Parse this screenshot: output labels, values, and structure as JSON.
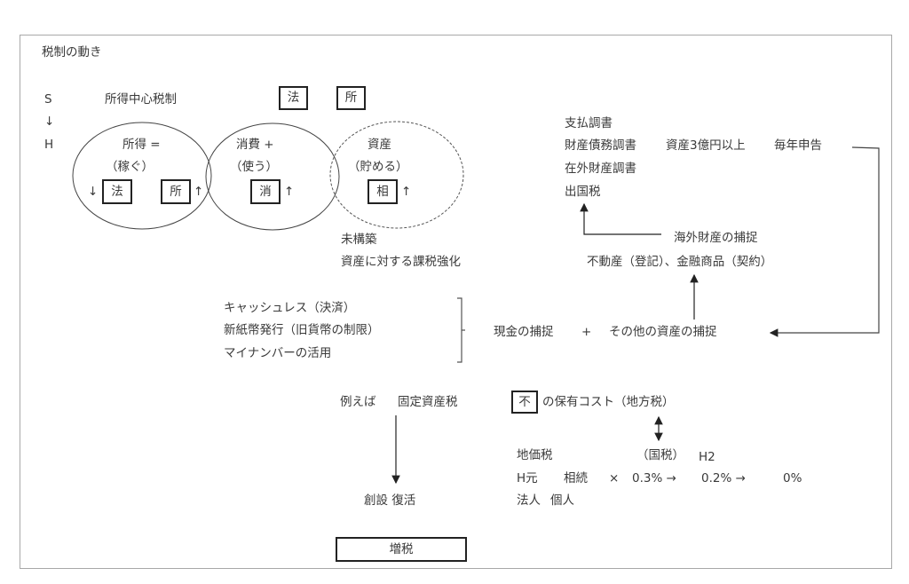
{
  "title": "税制の動き",
  "left_axis": {
    "start": "S",
    "arrow": "↓",
    "end": "H"
  },
  "s_row": {
    "label": "所得中心税制",
    "boxes": [
      "法",
      "所"
    ]
  },
  "circles": [
    {
      "line1": "所得 =",
      "line2": "（稼ぐ）",
      "boxes": [
        "法",
        "所"
      ],
      "arrows": [
        "↓",
        "↑"
      ]
    },
    {
      "line1": "消費 +",
      "line2": "（使う）",
      "boxes": [
        "消"
      ],
      "arrows": [
        "↑"
      ]
    },
    {
      "line1": "資産",
      "line2": "（貯める）",
      "boxes": [
        "相"
      ],
      "arrows": [
        "↑"
      ]
    }
  ],
  "asset_notes": [
    "未構築",
    "資産に対する課税強化"
  ],
  "reports": [
    "支払調書",
    "財産債務調書",
    "資産3億円以上",
    "毎年申告",
    "在外財産調書",
    "出国税"
  ],
  "overseas": {
    "label": "海外財産の捕捉",
    "detail": "不動産（登記）、金融商品（契約）"
  },
  "cashless_items": [
    "キャッシュレス（決済）",
    "新紙幣発行（旧貨幣の制限）",
    "マイナンバーの活用"
  ],
  "capture": {
    "cash": "現金の捕捉",
    "plus": "+",
    "other": "その他の資産の捕捉"
  },
  "example": {
    "label": "例えば",
    "tax": "固定資産税",
    "result": "創設 復活"
  },
  "holding_cost": {
    "box": "不",
    "text": "の保有コスト（地方税）"
  },
  "land_tax": {
    "name": "地価税",
    "national": "（国税）",
    "h2": "H2",
    "row2": [
      "H元",
      "相続",
      "×",
      "0.3% →",
      "0.2% →",
      "0%"
    ],
    "row3": [
      "法人",
      "個人"
    ]
  },
  "bottom_box": "増税"
}
